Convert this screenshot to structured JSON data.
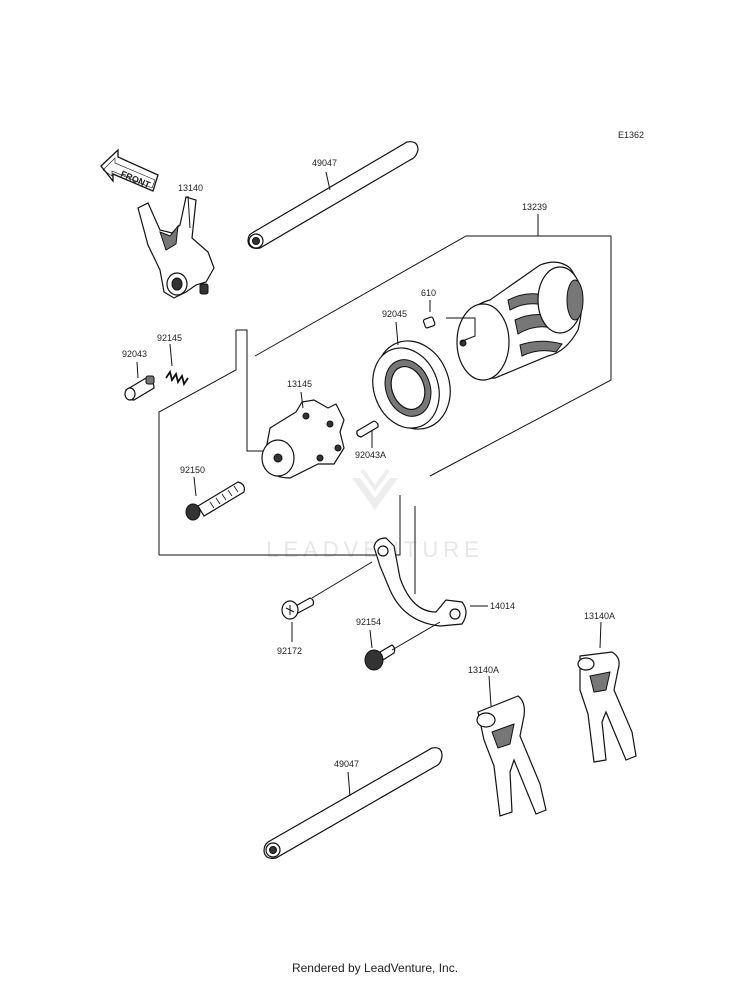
{
  "diagram_code": "E1362",
  "front_label": "FRONT",
  "watermark": "LEADVENTURE",
  "labels": {
    "fork_13140": "13140",
    "shaft_top_49047": "49047",
    "drum_13239": "13239",
    "pin_610": "610",
    "bearing_92045": "92045",
    "pin_92043": "92043",
    "spring_92145": "92145",
    "cam_13145": "13145",
    "pin_92043A": "92043A",
    "bolt_92150": "92150",
    "plate_14014": "14014",
    "screw_92172": "92172",
    "bolt_92154": "92154",
    "fork_13140A_right": "13140A",
    "fork_13140A_left": "13140A",
    "shaft_bottom_49047": "49047"
  },
  "footer": "Rendered by LeadVenture, Inc."
}
